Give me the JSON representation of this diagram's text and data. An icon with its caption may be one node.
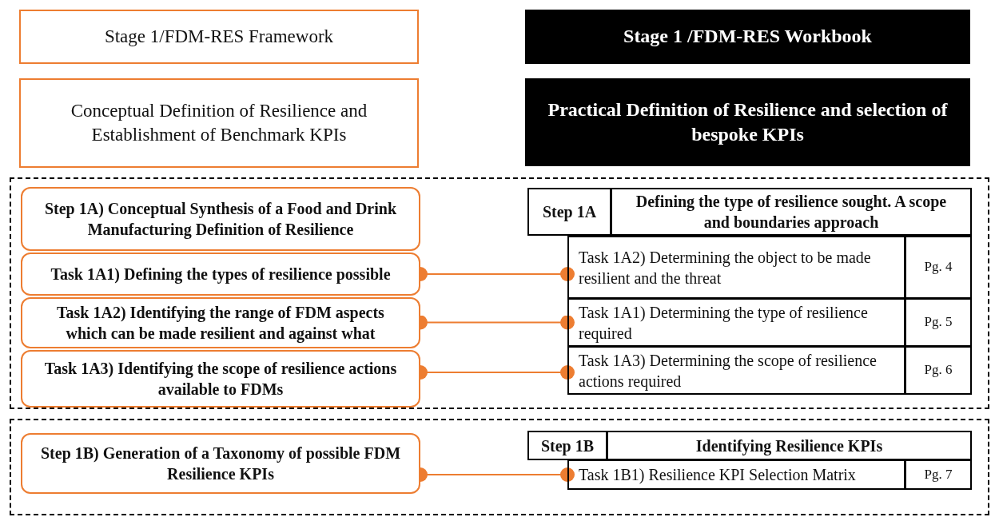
{
  "diagram": {
    "nodes": [
      {
        "text": [
          "Stage 1/FDM-RES Framework"
        ]
      },
      {
        "text": [
          "Stage 1 /FDM-RES Workbook"
        ]
      },
      {
        "text": [
          "Conceptual Definition of Resilience and Establishment of Benchmark KPIs"
        ]
      },
      {
        "text": [
          "Practical Definition of Resilience and selection of bespoke KPIs"
        ]
      },
      {
        "text": [],
        "shape": "box"
      },
      {
        "text": [
          "Step 1A) Conceptual Synthesis of a Food and Drink Manufacturing Definition of Resilience"
        ],
        "in": 4
      },
      {
        "text": [
          "Task 1A1) Defining the types of resilience possible"
        ],
        "in": 4
      },
      {
        "text": [
          "Task 1A2) Identifying the range of FDM aspects which can be made resilient and against what"
        ],
        "in": 4
      },
      {
        "text": [
          "Task 1A3) Identifying the scope of resilience actions available to FDMs"
        ],
        "in": 4
      },
      {
        "text": [
          "Step 1A"
        ],
        "in": 4
      },
      {
        "text": [
          "Defining the type of resilience sought. A scope and boundaries approach"
        ],
        "in": 4
      },
      {
        "text": [
          "Task 1A2) Determining the object to be made resilient and the threat"
        ],
        "in": 4
      },
      {
        "text": [
          "Pg. 4"
        ],
        "in": 4
      },
      {
        "text": [
          "Task 1A1) Determining the type of resilience required"
        ],
        "in": 4
      },
      {
        "text": [
          "Pg. 5"
        ],
        "in": 4
      },
      {
        "text": [
          "Task 1A3) Determining the scope of resilience actions required"
        ],
        "in": 4
      },
      {
        "text": [
          "Pg. 6"
        ],
        "in": 4
      },
      {
        "text": [],
        "shape": "box"
      },
      {
        "text": [
          "Step 1B) Generation of a Taxonomy of possible FDM Resilience KPIs"
        ],
        "in": 17
      },
      {
        "text": [
          "Step 1B"
        ],
        "in": 17
      },
      {
        "text": [
          "Identifying Resilience KPIs"
        ],
        "in": 17
      },
      {
        "text": [
          "Task 1B1) Resilience KPI Selection Matrix"
        ],
        "in": 17
      },
      {
        "text": [
          "Pg. 7"
        ],
        "in": 17
      }
    ],
    "edges": [
      {
        "from": 6,
        "to": 11,
        "arrow": "other"
      },
      {
        "from": 7,
        "to": 13,
        "arrow": "other"
      },
      {
        "from": 8,
        "to": 15,
        "arrow": "other"
      },
      {
        "from": 18,
        "to": 21,
        "arrow": "other"
      }
    ]
  }
}
